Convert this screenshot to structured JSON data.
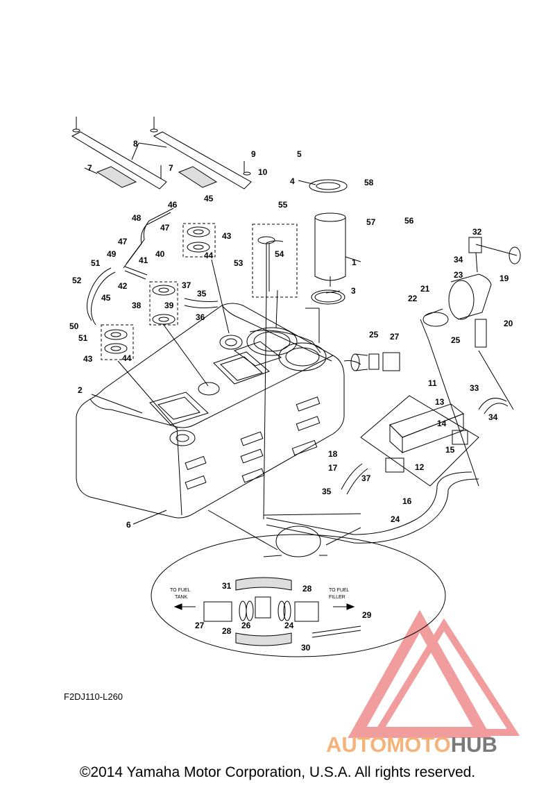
{
  "diagram": {
    "part_labels": {
      "p1": "1",
      "p2": "2",
      "p3": "3",
      "p4": "4",
      "p5": "5",
      "p6": "6",
      "p7a": "7",
      "p7b": "7",
      "p8": "8",
      "p9": "9",
      "p10": "10",
      "p11": "11",
      "p12": "12",
      "p13": "13",
      "p14": "14",
      "p15": "15",
      "p16": "16",
      "p17": "17",
      "p18": "18",
      "p19": "19",
      "p20": "20",
      "p21": "21",
      "p22": "22",
      "p23": "23",
      "p24a": "24",
      "p24b": "24",
      "p25a": "25",
      "p25b": "25",
      "p26": "26",
      "p27a": "27",
      "p27b": "27",
      "p28a": "28",
      "p28b": "28",
      "p29": "29",
      "p30": "30",
      "p31": "31",
      "p32": "32",
      "p33": "33",
      "p34a": "34",
      "p34b": "34",
      "p35a": "35",
      "p35b": "35",
      "p36": "36",
      "p37a": "37",
      "p37b": "37",
      "p38": "38",
      "p39": "39",
      "p40": "40",
      "p41": "41",
      "p42": "42",
      "p43a": "43",
      "p43b": "43",
      "p44a": "44",
      "p44b": "44",
      "p45a": "45",
      "p45b": "45",
      "p46": "46",
      "p47a": "47",
      "p47b": "47",
      "p48": "48",
      "p49": "49",
      "p50": "50",
      "p51a": "51",
      "p51b": "51",
      "p52": "52",
      "p53": "53",
      "p54": "54",
      "p55": "55",
      "p56": "56",
      "p57": "57",
      "p58": "58"
    },
    "inset": {
      "left_arrow_line1": "TO FUEL",
      "left_arrow_line2": "TANK",
      "right_arrow_line1": "TO FUEL",
      "right_arrow_line2": "FILLER"
    },
    "diagram_code": "F2DJ110-L260",
    "copyright": "©2014 Yamaha Motor Corporation, U.S.A. All rights reserved.",
    "watermark": {
      "part1": "AUTOMOTO",
      "part2": "HUB"
    }
  },
  "colors": {
    "line": "#000000",
    "watermark_red": "#f08c8c",
    "watermark_orange": "#f7b27a",
    "watermark_gray": "#7a7a7a"
  }
}
